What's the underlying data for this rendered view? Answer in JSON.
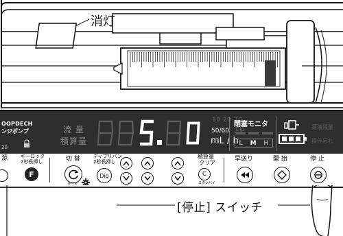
{
  "callouts": {
    "top": "消灯",
    "bottom": "[停止] スイッチ"
  },
  "panel": {
    "brand_line1": "OOPDECH",
    "brand_line2": "ンジポンプ",
    "model": "20",
    "flow_label": "流 量",
    "total_label": "積算量",
    "display_value": "5.0",
    "scale_text": "10  20  30",
    "dip_small": "Dip",
    "syringe_size": "50/60",
    "unit": "mL / h",
    "occlusion_title": "閉塞モニタ",
    "occlusion_levels": [
      "L",
      "M",
      "H"
    ],
    "occlusion_selected": "M",
    "warn_remaining": "薬液残量",
    "warn_forgot": "操作忘れ"
  },
  "keys": {
    "power": "源",
    "keylock_line1": "キーロック",
    "keylock_line2": "2秒長押し",
    "keylock_btn": "F",
    "switch": "切 替",
    "mode": "モード",
    "dip_line1": "ディプリバン",
    "dip_line2": "2秒長押し",
    "dip_btn": "Dip",
    "integrated_line1": "積算量",
    "integrated_line2": "クリア",
    "clear_btn": "C",
    "standby": "スタンバイ",
    "fast_forward": "早送り",
    "start": "開 始",
    "stop": "停 止"
  }
}
